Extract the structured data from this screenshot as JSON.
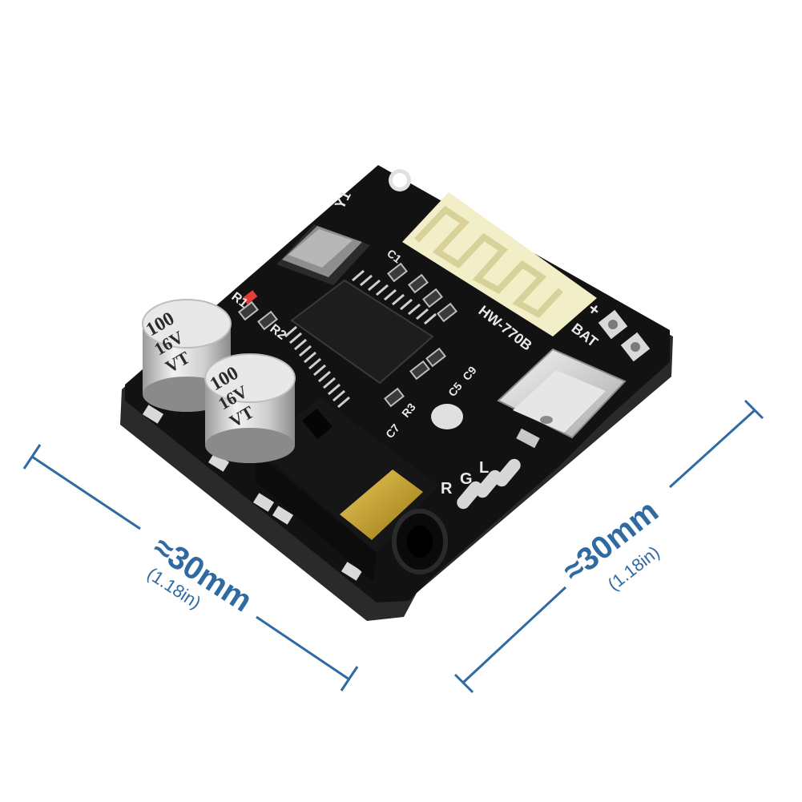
{
  "dimensions": {
    "left": {
      "value": "≈30mm",
      "sub": "(1.18in)"
    },
    "right": {
      "value": "≈30mm",
      "sub": "(1.18in)"
    },
    "color": "#2f6aa3"
  },
  "board": {
    "model": "HW-770B",
    "crystal_label": "Y1",
    "battery_label": "BAT",
    "plus_label": "+",
    "pins": [
      "R",
      "G",
      "L"
    ],
    "resistor_labels": [
      "R1",
      "R2",
      "R3"
    ],
    "cap_labels": [
      "C7",
      "C5",
      "C9",
      "C1"
    ],
    "capacitors": [
      {
        "value": "100",
        "voltage": "16V",
        "series": "VT"
      },
      {
        "value": "100",
        "voltage": "16V",
        "series": "VT"
      }
    ],
    "colors": {
      "pcb": "#121212",
      "antenna": "#f2efc8",
      "gold": "#c9a227",
      "metal": "#d9d9d9"
    }
  }
}
